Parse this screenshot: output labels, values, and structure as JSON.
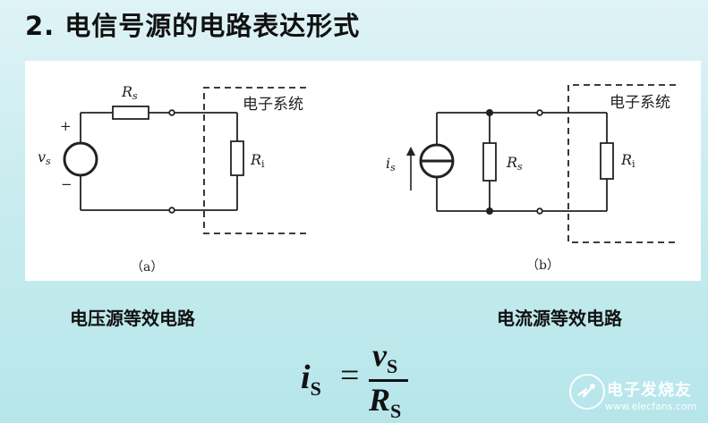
{
  "slide": {
    "title": "2. 电信号源的电路表达形式",
    "caption_left": "电压源等效电路",
    "caption_right": "电流源等效电路"
  },
  "circuit_a": {
    "resistor_series": "R",
    "resistor_series_sub": "s",
    "source": "v",
    "source_sub": "s",
    "plus": "+",
    "minus": "−",
    "load": "R",
    "load_sub": "i",
    "system_label": "电子系统",
    "label": "（a）"
  },
  "circuit_b": {
    "source": "i",
    "source_sub": "s",
    "resistor_shunt": "R",
    "resistor_shunt_sub": "s",
    "load": "R",
    "load_sub": "i",
    "system_label": "电子系统",
    "label": "（b）"
  },
  "formula": {
    "lhs": "i",
    "lhs_sub": "S",
    "equals": "=",
    "numerator": "v",
    "numerator_sub": "S",
    "denominator": "R",
    "denominator_sub": "S"
  },
  "watermark": {
    "title": "电子发烧友",
    "url": "www.elecfans.com"
  }
}
